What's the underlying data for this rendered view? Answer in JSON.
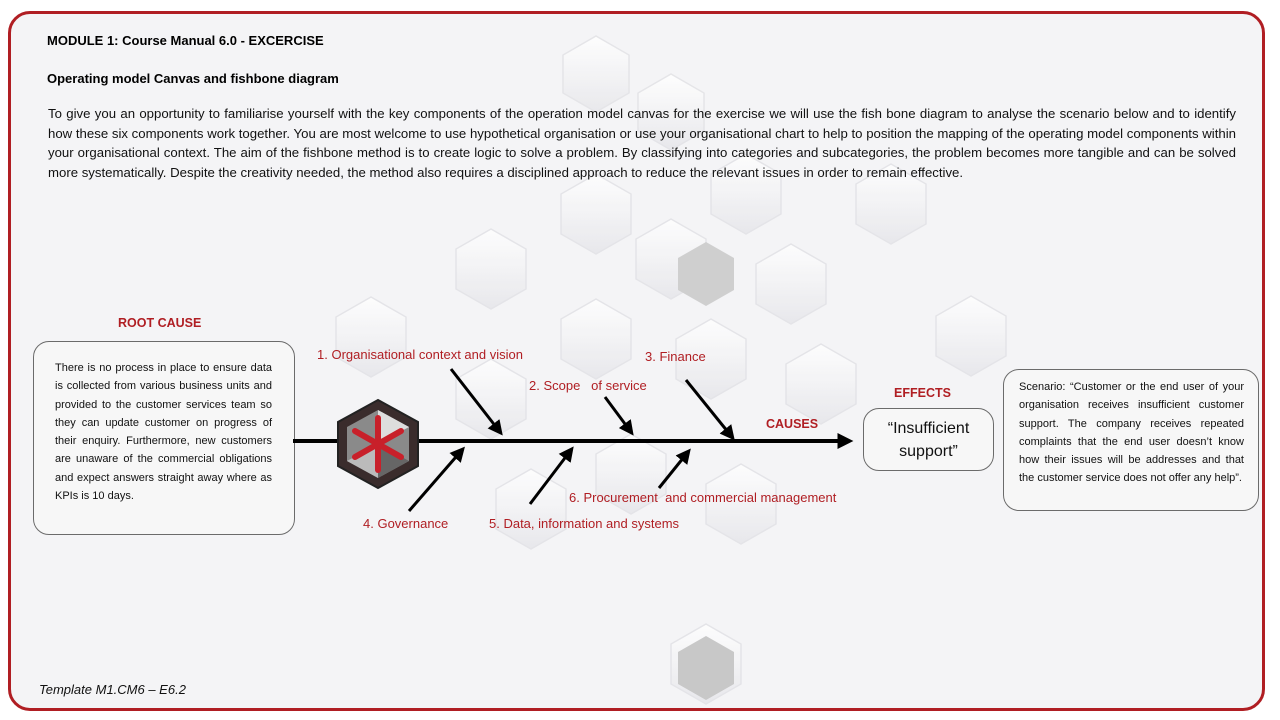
{
  "header": {
    "title": "MODULE 1: Course Manual 6.0 - EXCERCISE",
    "subtitle": "Operating model Canvas and fishbone diagram"
  },
  "intro": "To give you an opportunity to familiarise yourself with the key components of the operation model canvas for the exercise we will use the fish bone diagram to analyse the scenario below and to identify how these six components work together. You are most welcome to use hypothetical organisation or use your organisational chart to help to position the mapping of the operating model components within your organisational context. The aim of the fishbone method is to create logic to solve a problem. By classifying into categories and subcategories, the problem becomes more tangible and can be solved more systematically. Despite the creativity needed, the method also requires a disciplined approach to reduce the relevant issues in order to remain effective.",
  "root_cause": {
    "title": "ROOT CAUSE",
    "text": "There is no process in place to ensure data is collected from various business units and provided to the customer services team so they can update customer on progress of their enquiry. Furthermore, new customers are unaware of the commercial obligations and expect answers straight away where as KPIs is 10 days."
  },
  "diagram": {
    "causes_label": "CAUSES",
    "effects_label": "EFFECTS",
    "effect_text": "“Insufficient support”",
    "causes": [
      "1. Organisational context and vision",
      "2. Scope   of service",
      "3. Finance",
      "4. Governance",
      "5. Data, information and systems",
      "6. Procurement  and commercial management"
    ]
  },
  "scenario": {
    "text": "Scenario: “Customer or the end user of your organisation receives insufficient customer support. The company receives repeated complaints that the end user doesn’t know how their issues will be addresses and that the customer service does not offer any help”."
  },
  "footer": "Template M1.CM6 – E6.2",
  "colors": {
    "accent": "#b01e23",
    "border": "#b01e23",
    "arrow": "#000000"
  }
}
